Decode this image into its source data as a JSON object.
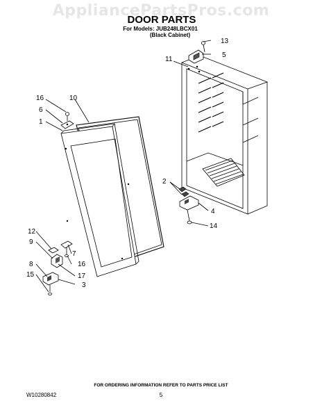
{
  "watermark": "AppliancePartsPros.com",
  "title": "DOOR PARTS",
  "for_models": "For Models: JUB248LBCX01",
  "cabinet": "(Black Cabinet)",
  "footer_note": "FOR ORDERING INFORMATION REFER TO PARTS PRICE LIST",
  "doc_code": "W10280842",
  "page_number": "5",
  "callouts": [
    "13",
    "5",
    "11",
    "16",
    "10",
    "6",
    "1",
    "2",
    "4",
    "14",
    "12",
    "9",
    "7",
    "16",
    "8",
    "17",
    "15",
    "3"
  ]
}
